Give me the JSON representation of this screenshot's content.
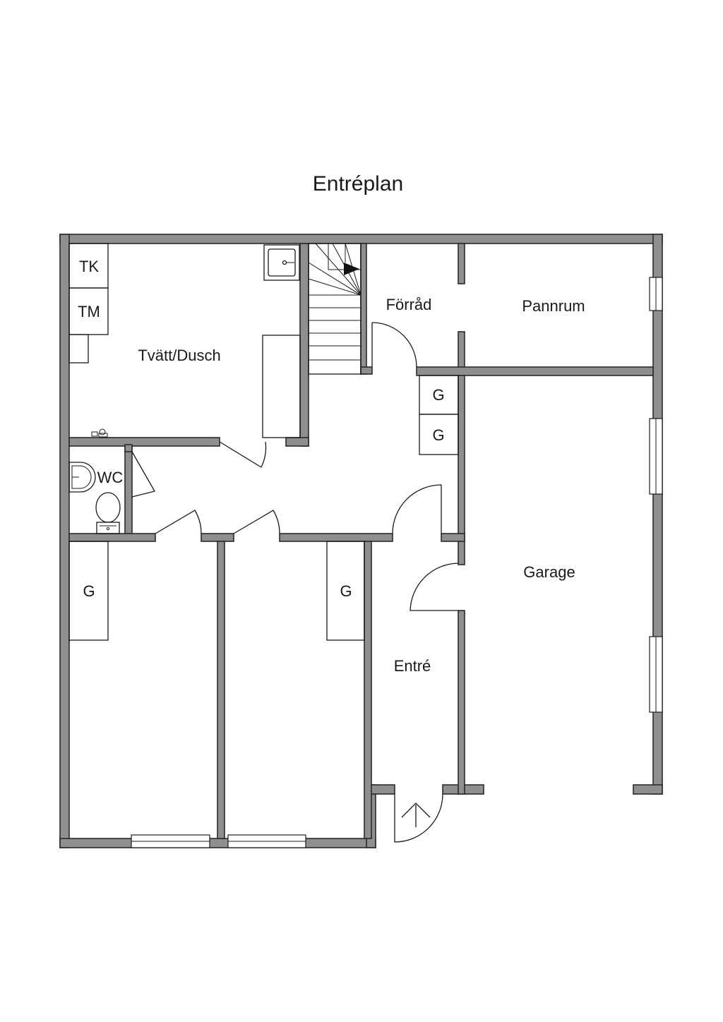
{
  "title": "Entréplan",
  "rooms": {
    "tk": "TK",
    "tm": "TM",
    "tvatt_dusch": "Tvätt/Dusch",
    "forrad": "Förråd",
    "pannrum": "Pannrum",
    "wc": "WC",
    "g1": "G",
    "g2": "G",
    "g3": "G",
    "g4": "G",
    "garage": "Garage",
    "entre": "Entré"
  },
  "icons": [
    "stair-direction-arrow-icon",
    "entrance-arrow-icon",
    "washbasin-icon",
    "toilet-icon",
    "sink-icon",
    "faucet-icon"
  ],
  "colors": {
    "wall": "#8f8f8f",
    "line": "#1a1a1a",
    "background": "#ffffff"
  }
}
